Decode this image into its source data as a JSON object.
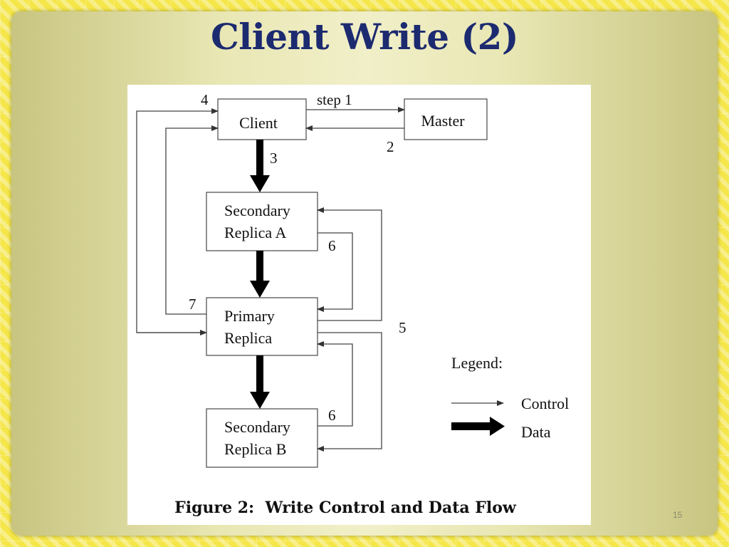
{
  "slide": {
    "title": "Client Write (2)",
    "page_number": "15"
  },
  "diagram": {
    "nodes": {
      "client": "Client",
      "master": "Master",
      "secondary_a_line1": "Secondary",
      "secondary_a_line2": "Replica A",
      "primary_line1": "Primary",
      "primary_line2": "Replica",
      "secondary_b_line1": "Secondary",
      "secondary_b_line2": "Replica B"
    },
    "step_labels": {
      "step1": "step 1",
      "step2": "2",
      "step3": "3",
      "step4": "4",
      "step5": "5",
      "step6a": "6",
      "step6b": "6",
      "step7": "7"
    },
    "legend": {
      "title": "Legend:",
      "control": "Control",
      "data": "Data"
    },
    "caption": "Figure 2:  Write Control and Data Flow"
  }
}
